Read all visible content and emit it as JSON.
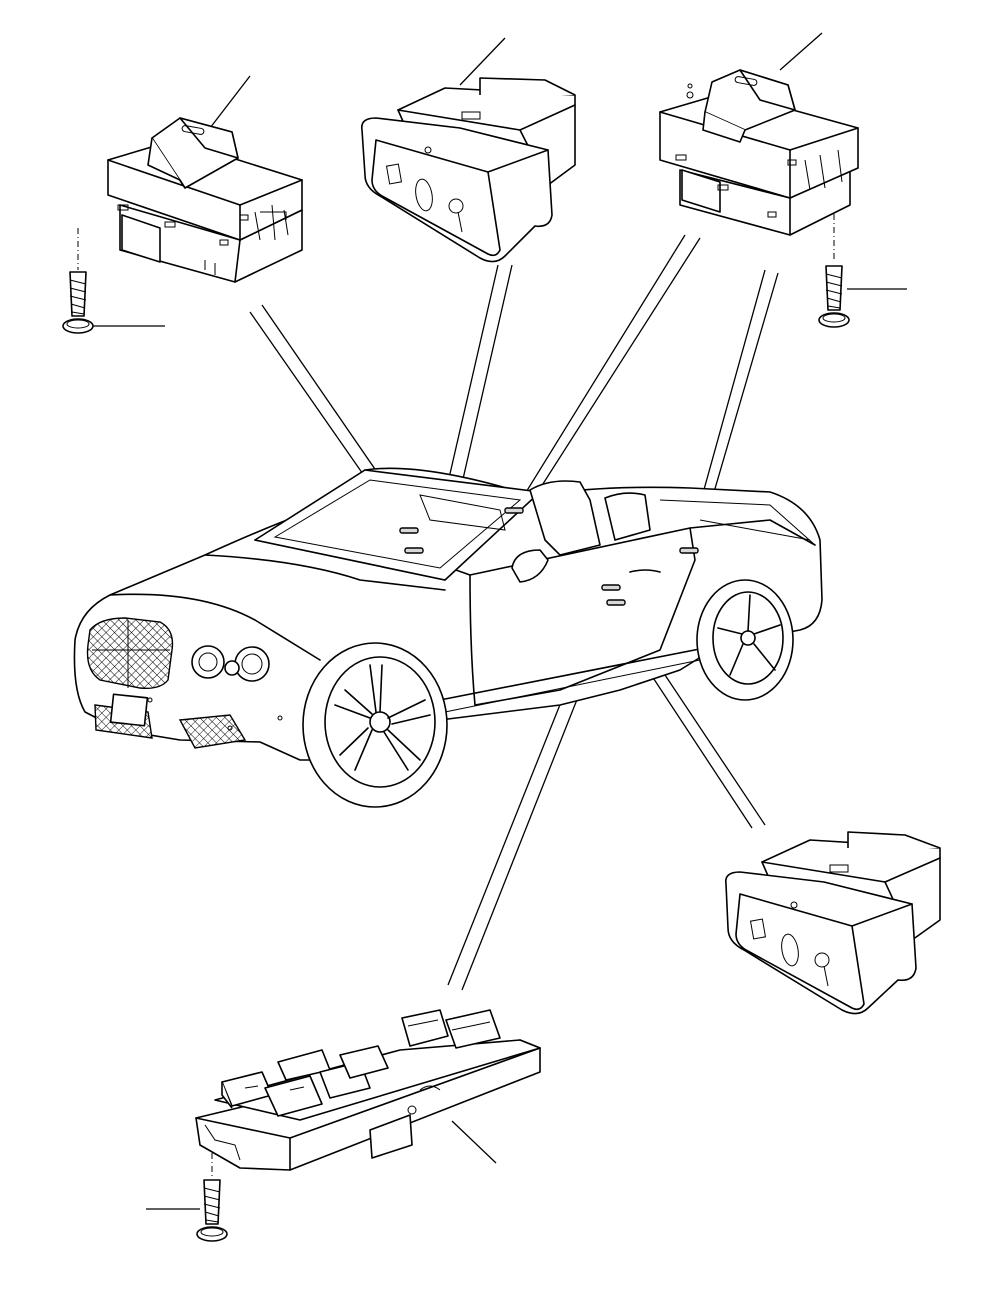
{
  "diagram": {
    "components": [
      {
        "id": "switch-top-left",
        "icon": "rocker-switch-icon"
      },
      {
        "id": "switch-top-center",
        "icon": "seat-control-switch-icon"
      },
      {
        "id": "switch-top-right",
        "icon": "rocker-switch-icon"
      },
      {
        "id": "switch-right",
        "icon": "seat-control-switch-icon"
      },
      {
        "id": "window-switch-pack",
        "icon": "window-switch-pack-icon"
      },
      {
        "id": "screw-left",
        "icon": "screw-icon"
      },
      {
        "id": "screw-right",
        "icon": "screw-icon"
      },
      {
        "id": "screw-bottom",
        "icon": "screw-icon"
      },
      {
        "id": "car",
        "icon": "convertible-car-icon"
      }
    ],
    "colors": {
      "line": "#000000",
      "background": "#ffffff",
      "shade": "#d9d9d9"
    }
  }
}
